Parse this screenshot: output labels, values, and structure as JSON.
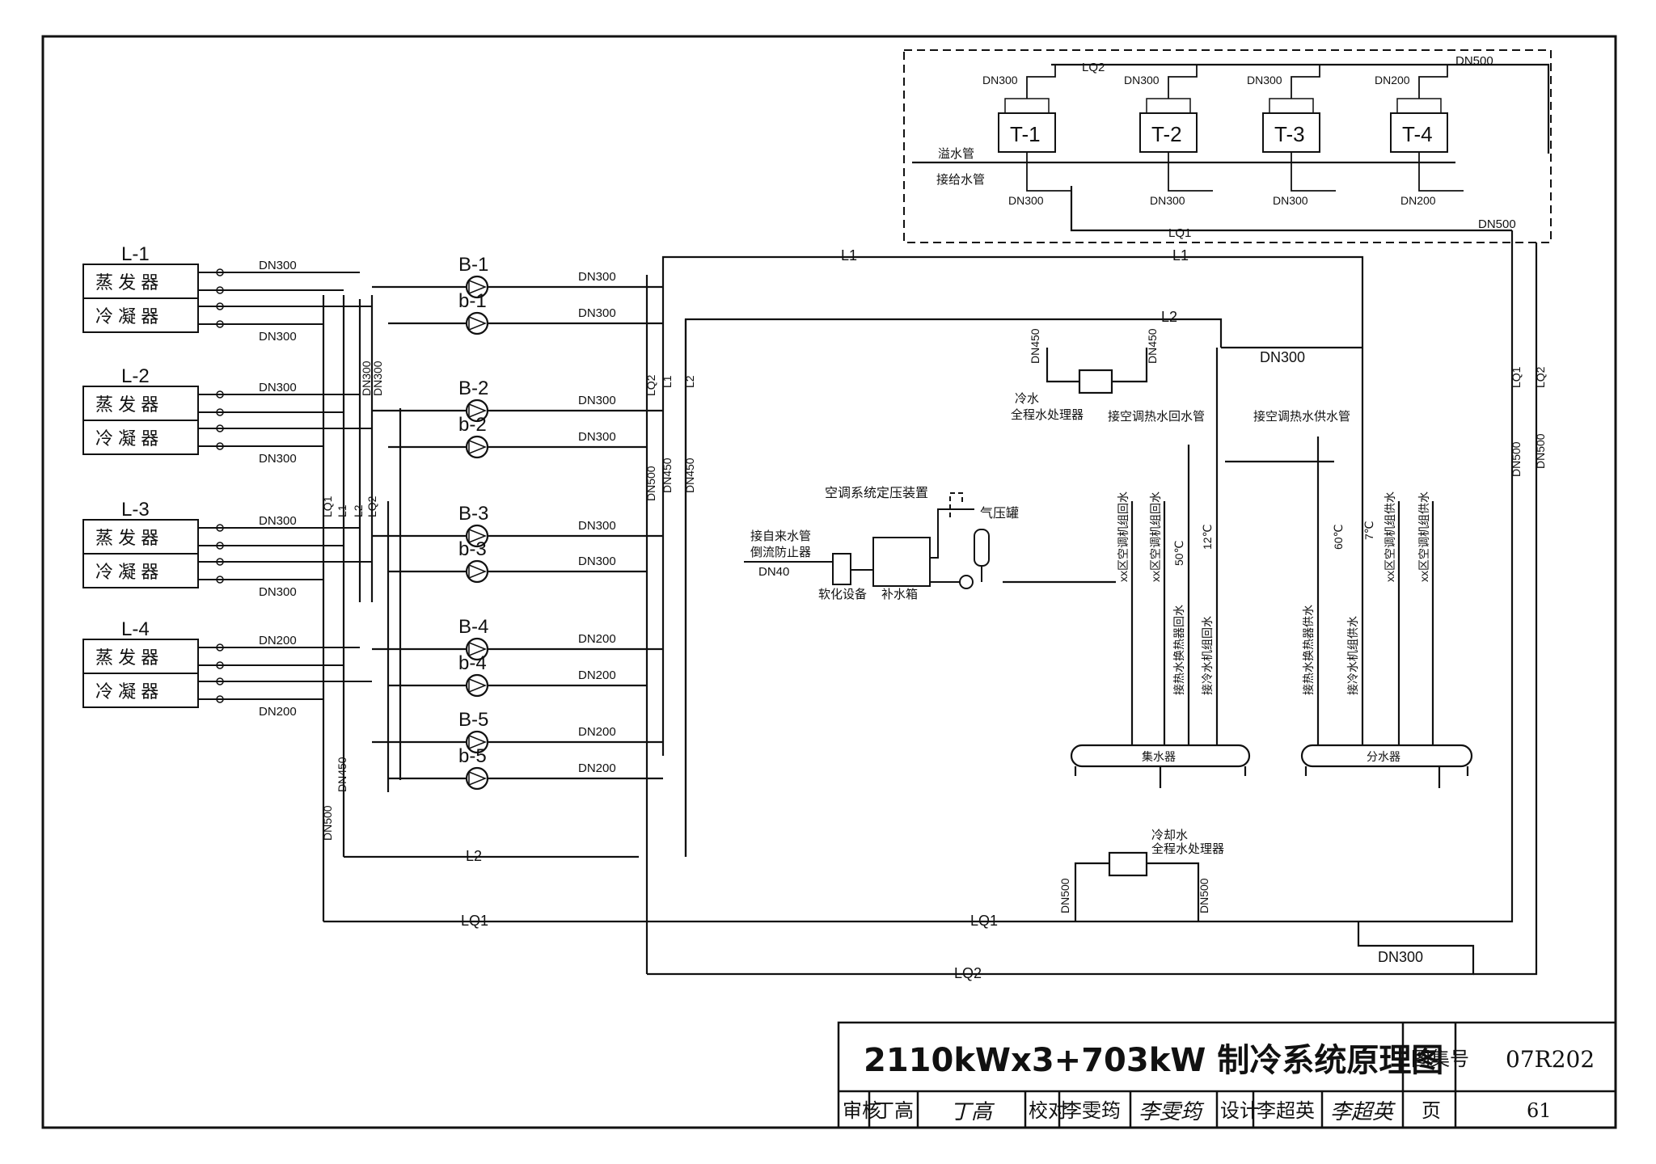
{
  "chillers": [
    {
      "id": "L-1",
      "evap": "蒸 发 器",
      "cond": "冷 凝 器",
      "evap_dn": "DN300",
      "cond_dn": "DN300"
    },
    {
      "id": "L-2",
      "evap": "蒸 发 器",
      "cond": "冷 凝 器",
      "evap_dn": "DN300",
      "cond_dn": "DN300"
    },
    {
      "id": "L-3",
      "evap": "蒸 发 器",
      "cond": "冷 凝 器",
      "evap_dn": "DN300",
      "cond_dn": "DN300"
    },
    {
      "id": "L-4",
      "evap": "蒸 发 器",
      "cond": "冷 凝 器",
      "evap_dn": "DN200",
      "cond_dn": "DN200"
    }
  ],
  "pumps": [
    {
      "id": "B-1",
      "dn": "DN300"
    },
    {
      "id": "b-1",
      "dn": "DN300"
    },
    {
      "id": "B-2",
      "dn": "DN300"
    },
    {
      "id": "b-2",
      "dn": "DN300"
    },
    {
      "id": "B-3",
      "dn": "DN300"
    },
    {
      "id": "b-3",
      "dn": "DN300"
    },
    {
      "id": "B-4",
      "dn": "DN200"
    },
    {
      "id": "b-4",
      "dn": "DN200"
    },
    {
      "id": "B-5",
      "dn": "DN200"
    },
    {
      "id": "b-5",
      "dn": "DN200"
    }
  ],
  "towers": [
    {
      "id": "T-1",
      "top_dn": "DN300",
      "bottom_dn": "DN300"
    },
    {
      "id": "T-2",
      "top_dn": "DN300",
      "bottom_dn": "DN300"
    },
    {
      "id": "T-3",
      "top_dn": "DN300",
      "bottom_dn": "DN300"
    },
    {
      "id": "T-4",
      "top_dn": "DN200",
      "bottom_dn": "DN200"
    }
  ],
  "tower_labels": {
    "overflow": "溢水管",
    "makeup": "接给水管",
    "lq1": "LQ1",
    "lq2": "LQ2",
    "dn500_top": "DN500",
    "dn500_right": "DN500"
  },
  "pipes": {
    "L1": "L1",
    "L2": "L2",
    "LQ1": "LQ1",
    "LQ2": "LQ2",
    "dn300": "DN300",
    "dn350": "DN300",
    "dn450": "DN450",
    "dn500": "DN500"
  },
  "equipment": {
    "pressure_device": "空调系统定压装置",
    "pressure_tank": "气压罐",
    "tap_water": "接自来水管",
    "backflow": "倒流防止器",
    "dn40": "DN40",
    "softener": "软化设备",
    "makeup_tank": "补水箱",
    "chw_treatment_1": "冷水",
    "chw_treatment_2": "全程水处理器",
    "hw_return": "接空调热水回水管",
    "hw_supply": "接空调热水供水管",
    "cw_treatment_1": "冷却水",
    "cw_treatment_2": "全程水处理器",
    "collector": "集水器",
    "distributor": "分水器",
    "temp_50": "50℃",
    "temp_12": "12℃",
    "temp_60": "60℃",
    "temp_7": "7℃",
    "riser_r1": "xx区空调机组回水",
    "riser_r2": "xx区空调机组回水",
    "riser_r3": "接热水换热器回水",
    "riser_r4": "接冷水机组回水",
    "riser_s1": "接热水换热器供水",
    "riser_s2": "接冷水机组供水",
    "riser_s3": "xx区空调机组供水",
    "riser_s4": "xx区空调机组供水"
  },
  "title_block": {
    "title": "2110kWx3+703kW 制冷系统原理图",
    "atlas_label": "图集号",
    "atlas_no": "07R202",
    "review_label": "审核",
    "reviewer": "丁高",
    "reviewer_sign": "丁高",
    "check_label": "校对",
    "checker": "李雯筠",
    "checker_sign": "李雯筠",
    "design_label": "设计",
    "designer": "李超英",
    "designer_sign": "李超英",
    "page_label": "页",
    "page_no": "61"
  }
}
